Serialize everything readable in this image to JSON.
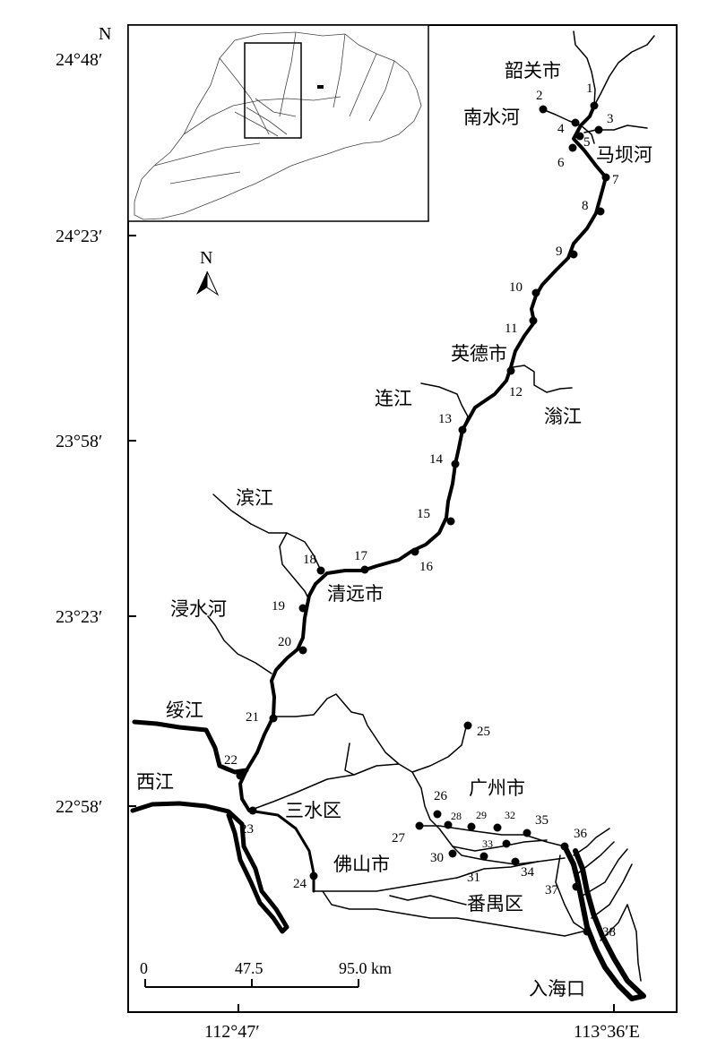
{
  "north_label": "N",
  "north_arrow_label": "N",
  "lat_labels": [
    "24°48′",
    "24°23′",
    "23°58′",
    "23°23′",
    "22°58′"
  ],
  "lon_labels": [
    "112°47′",
    "113°36′E"
  ],
  "scale_bar": {
    "ticks": [
      "0",
      "47.5",
      "95.0 km"
    ]
  },
  "places": {
    "shaoguan": "韶关市",
    "nanshuihe": "南水河",
    "mabahe": "马坝河",
    "yingde": "英德市",
    "lianjiang": "连江",
    "wengjiang": "滃江",
    "binjiang": "滨江",
    "qingyuan": "清远市",
    "jinshuihe": "浸水河",
    "suijiang": "绥江",
    "xijiang": "西江",
    "sanshui": "三水区",
    "foshan": "佛山市",
    "guangzhou": "广州市",
    "panyu": "番禺区",
    "estuary": "入海口"
  },
  "stations": [
    "1",
    "2",
    "3",
    "4",
    "5",
    "6",
    "7",
    "8",
    "9",
    "10",
    "11",
    "12",
    "13",
    "14",
    "15",
    "16",
    "17",
    "18",
    "19",
    "20",
    "21",
    "22",
    "23",
    "24",
    "25",
    "26",
    "27",
    "28",
    "29",
    "30",
    "31",
    "32",
    "33",
    "34",
    "35",
    "36",
    "37",
    "38"
  ]
}
